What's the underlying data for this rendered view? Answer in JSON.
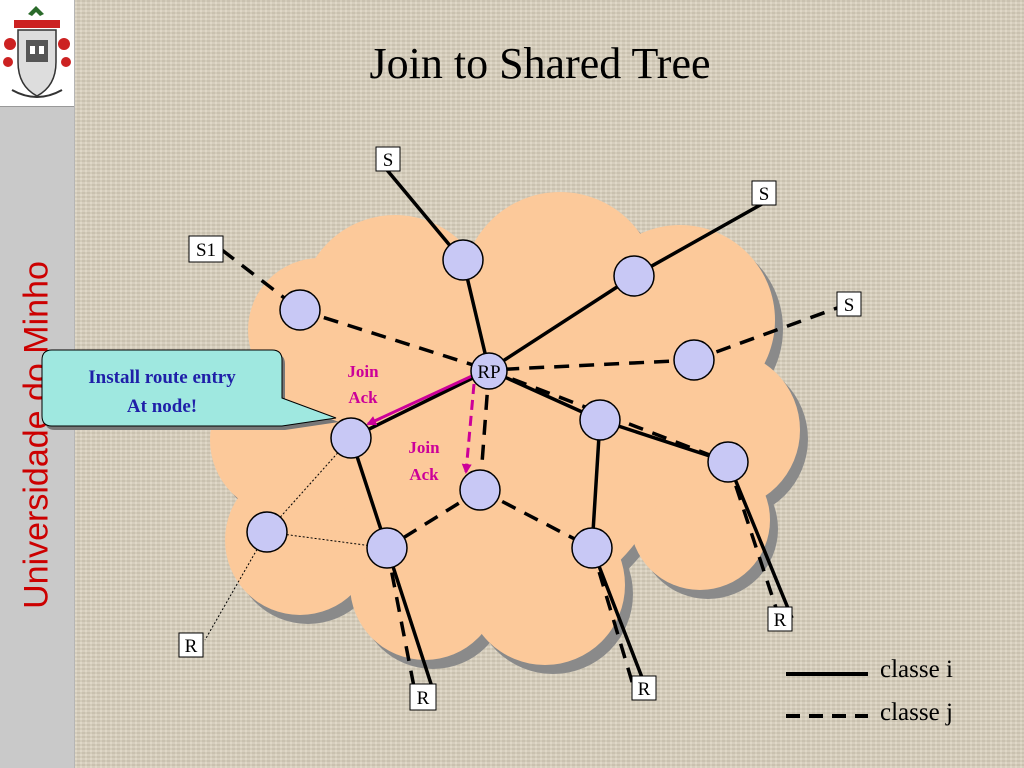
{
  "slide": {
    "title": "Join to Shared Tree",
    "sidebar_text": "Universidade do Minho"
  },
  "diagram": {
    "rp_label": "RP",
    "sources": [
      "S",
      "S",
      "S1",
      "S"
    ],
    "receivers": [
      "R",
      "R",
      "R",
      "R"
    ],
    "join_ack_upper": [
      "Join",
      "Ack"
    ],
    "join_ack_lower": [
      "Join",
      "Ack"
    ],
    "callout": [
      "Install route entry",
      "At node!"
    ]
  },
  "legend": {
    "solid_label": "classe i",
    "dashed_label": "classe j"
  },
  "colors": {
    "cloud_fill": "#fcc99a",
    "cloud_shadow": "#8a8a8a",
    "node_fill": "#c8c8f5",
    "annotation": "#cc0099",
    "callout_fill": "#9fe8e0",
    "callout_text": "#1f1fa8",
    "sidebar_text": "#cc0000"
  }
}
